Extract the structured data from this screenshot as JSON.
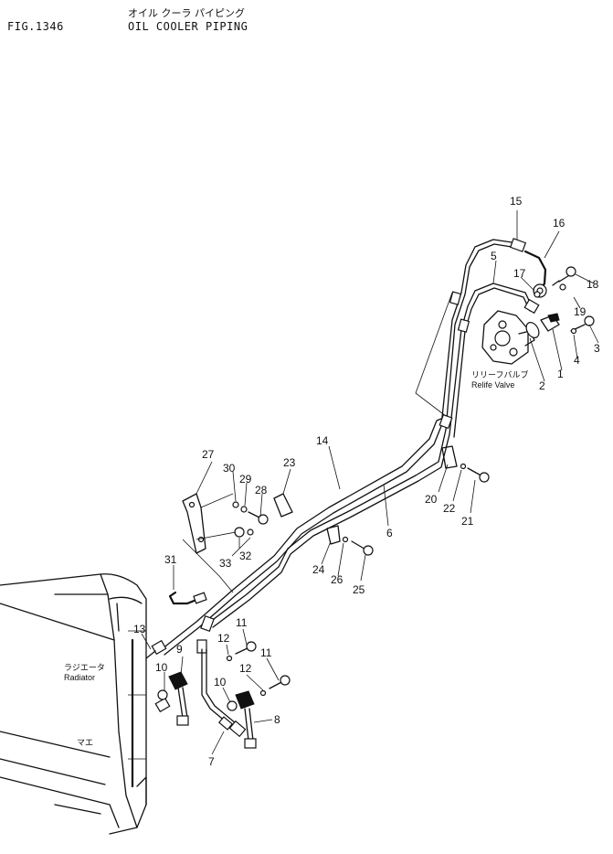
{
  "header": {
    "fig_code": "FIG.1346",
    "title_jp": "オイル クーラ パイピング",
    "title_en": "OIL COOLER PIPING"
  },
  "labels": {
    "relief_jp": "リリーフバルブ",
    "relief_en": "Relife Valve",
    "radiator_jp": "ラジエータ",
    "radiator_en": "Radiator",
    "front_jp": "マエ"
  },
  "callouts": {
    "n1": "1",
    "n2": "2",
    "n3": "3",
    "n4": "4",
    "n5": "5",
    "n6": "6",
    "n7": "7",
    "n8": "8",
    "n9": "9",
    "n10a": "10",
    "n10b": "10",
    "n11a": "11",
    "n11b": "11",
    "n12a": "12",
    "n12b": "12",
    "n13": "13",
    "n14": "14",
    "n15": "15",
    "n16": "16",
    "n17": "17",
    "n18": "18",
    "n19": "19",
    "n20": "20",
    "n21": "21",
    "n22": "22",
    "n23": "23",
    "n24": "24",
    "n25": "25",
    "n26": "26",
    "n27": "27",
    "n28": "28",
    "n29": "29",
    "n30": "30",
    "n31": "31",
    "n32": "32",
    "n33": "33"
  }
}
